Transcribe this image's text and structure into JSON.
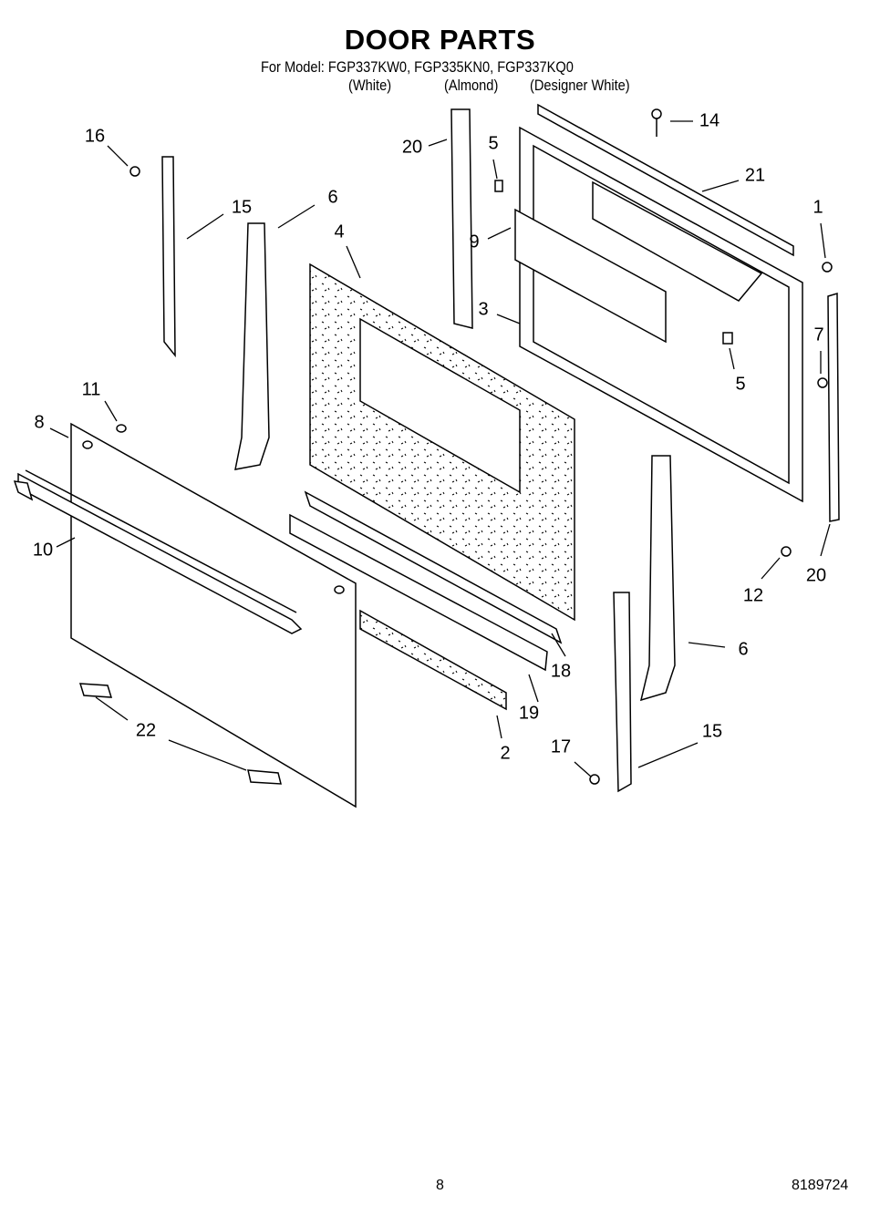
{
  "header": {
    "title": "DOOR PARTS",
    "models_line": "For Model: FGP337KW0, FGP335KN0, FGP337KQ0",
    "colors": [
      "(White)",
      "(Almond)",
      "(Designer White)"
    ]
  },
  "callouts": [
    "16",
    "15",
    "6",
    "20",
    "5",
    "14",
    "21",
    "1",
    "9",
    "4",
    "3",
    "5",
    "7",
    "11",
    "8",
    "10",
    "20",
    "12",
    "6",
    "18",
    "19",
    "2",
    "22",
    "17",
    "15"
  ],
  "footer": {
    "page_number": "8",
    "document_number": "8189724"
  }
}
